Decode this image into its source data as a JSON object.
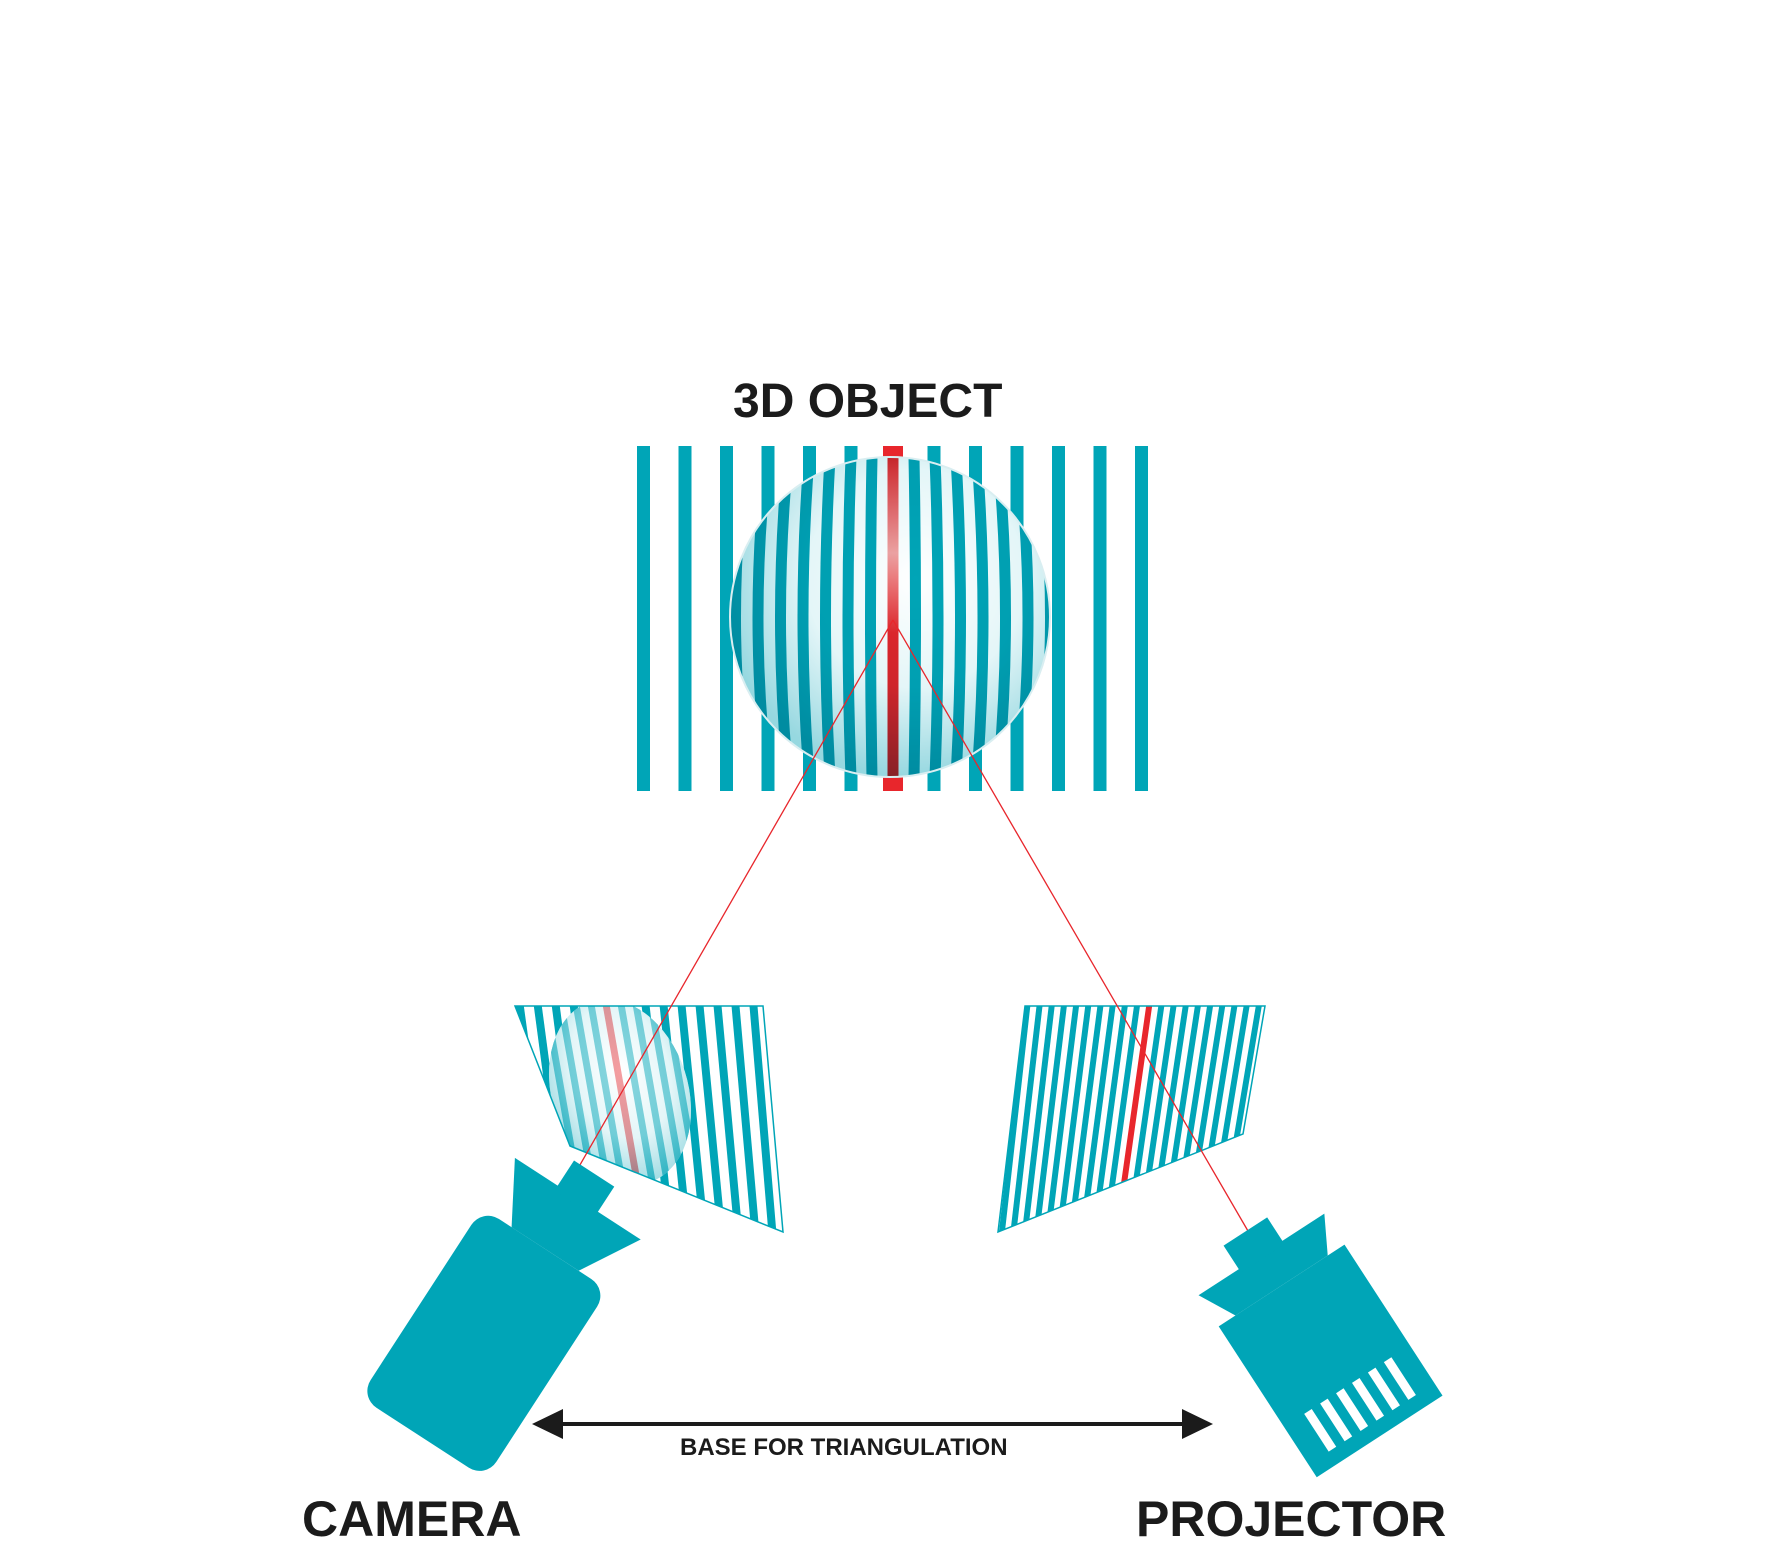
{
  "labels": {
    "object": "3D OBJECT",
    "camera": "CAMERA",
    "projector": "PROJECTOR",
    "base": "BASE FOR TRIANGULATION"
  },
  "colors": {
    "stripe": "#00a5b7",
    "highlight": "#e8262c",
    "text": "#1b1b1b",
    "background": "#ffffff"
  }
}
